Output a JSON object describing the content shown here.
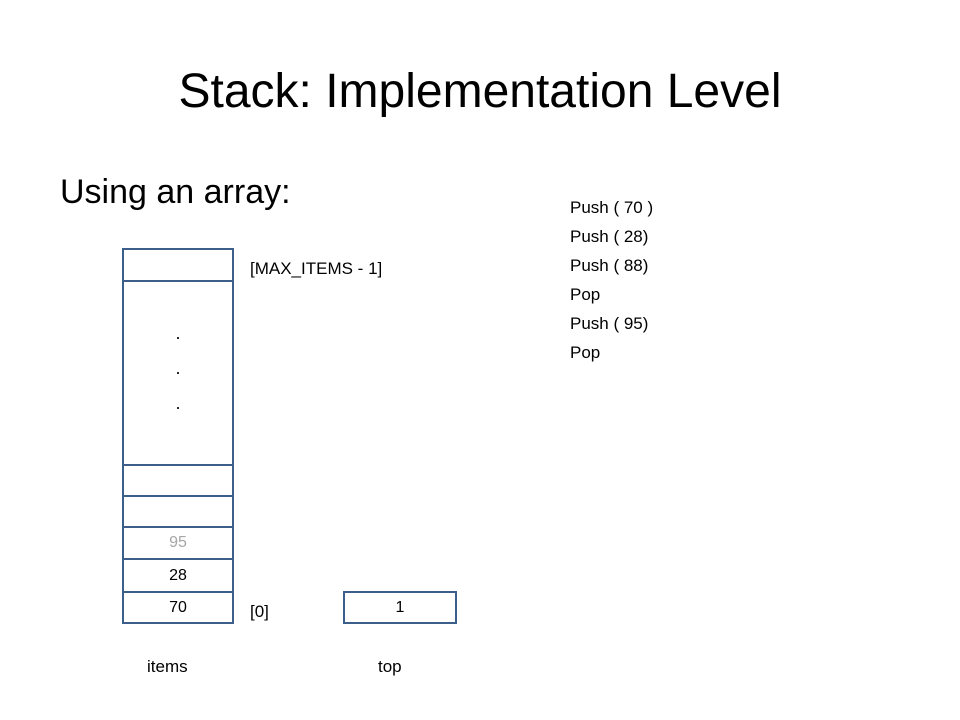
{
  "slide": {
    "title": "Stack:  Implementation Level",
    "subtitle": "Using an array:"
  },
  "operations": [
    "Push ( 70 )",
    "Push ( 28)",
    "Push ( 88)",
    "Pop",
    "Push ( 95)",
    "Pop"
  ],
  "array": {
    "ellipsis_dot": ".",
    "cells": [
      "",
      "",
      "95",
      "28",
      "70"
    ],
    "index_high": "[MAX_ITEMS  - 1]",
    "index_low": "[0]",
    "label": "items",
    "inactive_color": "#a6a6a6",
    "border_color": "#3b5f8a"
  },
  "top": {
    "value": "1",
    "label": "top"
  }
}
